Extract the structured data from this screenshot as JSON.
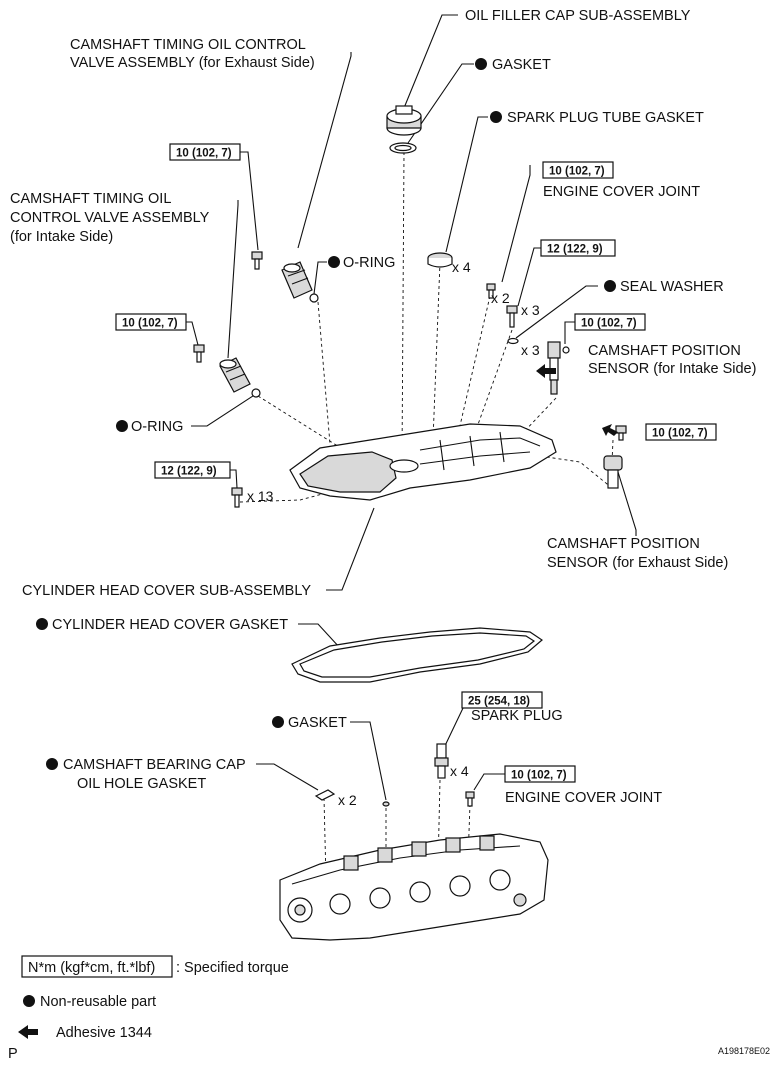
{
  "labels": {
    "oil_filler_cap": "OIL FILLER CAP SUB-ASSEMBLY",
    "gasket_top": "GASKET",
    "spark_plug_tube_gasket": "SPARK PLUG TUBE GASKET",
    "ocv_exhaust_l1": "CAMSHAFT TIMING OIL CONTROL",
    "ocv_exhaust_l2": "VALVE ASSEMBLY (for Exhaust Side)",
    "ocv_intake_l1": "CAMSHAFT TIMING OIL",
    "ocv_intake_l2": "CONTROL VALVE ASSEMBLY",
    "ocv_intake_l3": "(for Intake Side)",
    "engine_cover_joint_top": "ENGINE COVER JOINT",
    "o_ring_upper": "O-RING",
    "seal_washer": "SEAL WASHER",
    "cam_pos_intake_l1": "CAMSHAFT POSITION",
    "cam_pos_intake_l2": "SENSOR (for Intake Side)",
    "o_ring_lower": "O-RING",
    "cam_pos_exhaust_l1": "CAMSHAFT POSITION",
    "cam_pos_exhaust_l2": "SENSOR (for Exhaust Side)",
    "cyl_head_cover": "CYLINDER HEAD COVER SUB-ASSEMBLY",
    "cyl_head_cover_gasket": "CYLINDER HEAD COVER GASKET",
    "spark_plug": "SPARK PLUG",
    "gasket_lower": "GASKET",
    "cam_bearing_l1": "CAMSHAFT BEARING CAP",
    "cam_bearing_l2": "OIL HOLE GASKET",
    "engine_cover_joint_bottom": "ENGINE COVER JOINT"
  },
  "torques": {
    "ocv_exhaust": "10 (102, 7)",
    "ocv_intake": "10 (102, 7)",
    "engine_cover_joint_top": "10 (102, 7)",
    "bolt_x3": "12 (122, 9)",
    "cam_pos_intake": "10 (102, 7)",
    "cam_pos_exhaust": "10 (102, 7)",
    "cover_bolts": "12 (122, 9)",
    "spark_plug": "25 (254, 18)",
    "engine_cover_joint_bottom": "10 (102, 7)"
  },
  "quantities": {
    "spark_plug_tube_gasket": "x 4",
    "engine_cover_joint": "x 2",
    "bolt": "x 3",
    "seal_washer": "x 3",
    "cover_bolts": "x 13",
    "spark_plug": "x 4",
    "cam_bearing_gasket": "x 2"
  },
  "legend": {
    "torque_box": "N*m (kgf*cm, ft.*lbf)",
    "torque_desc": ": Specified torque",
    "non_reusable": "Non-reusable part",
    "adhesive": "Adhesive 1344"
  },
  "footer": {
    "left": "P",
    "code": "A198178E02"
  }
}
